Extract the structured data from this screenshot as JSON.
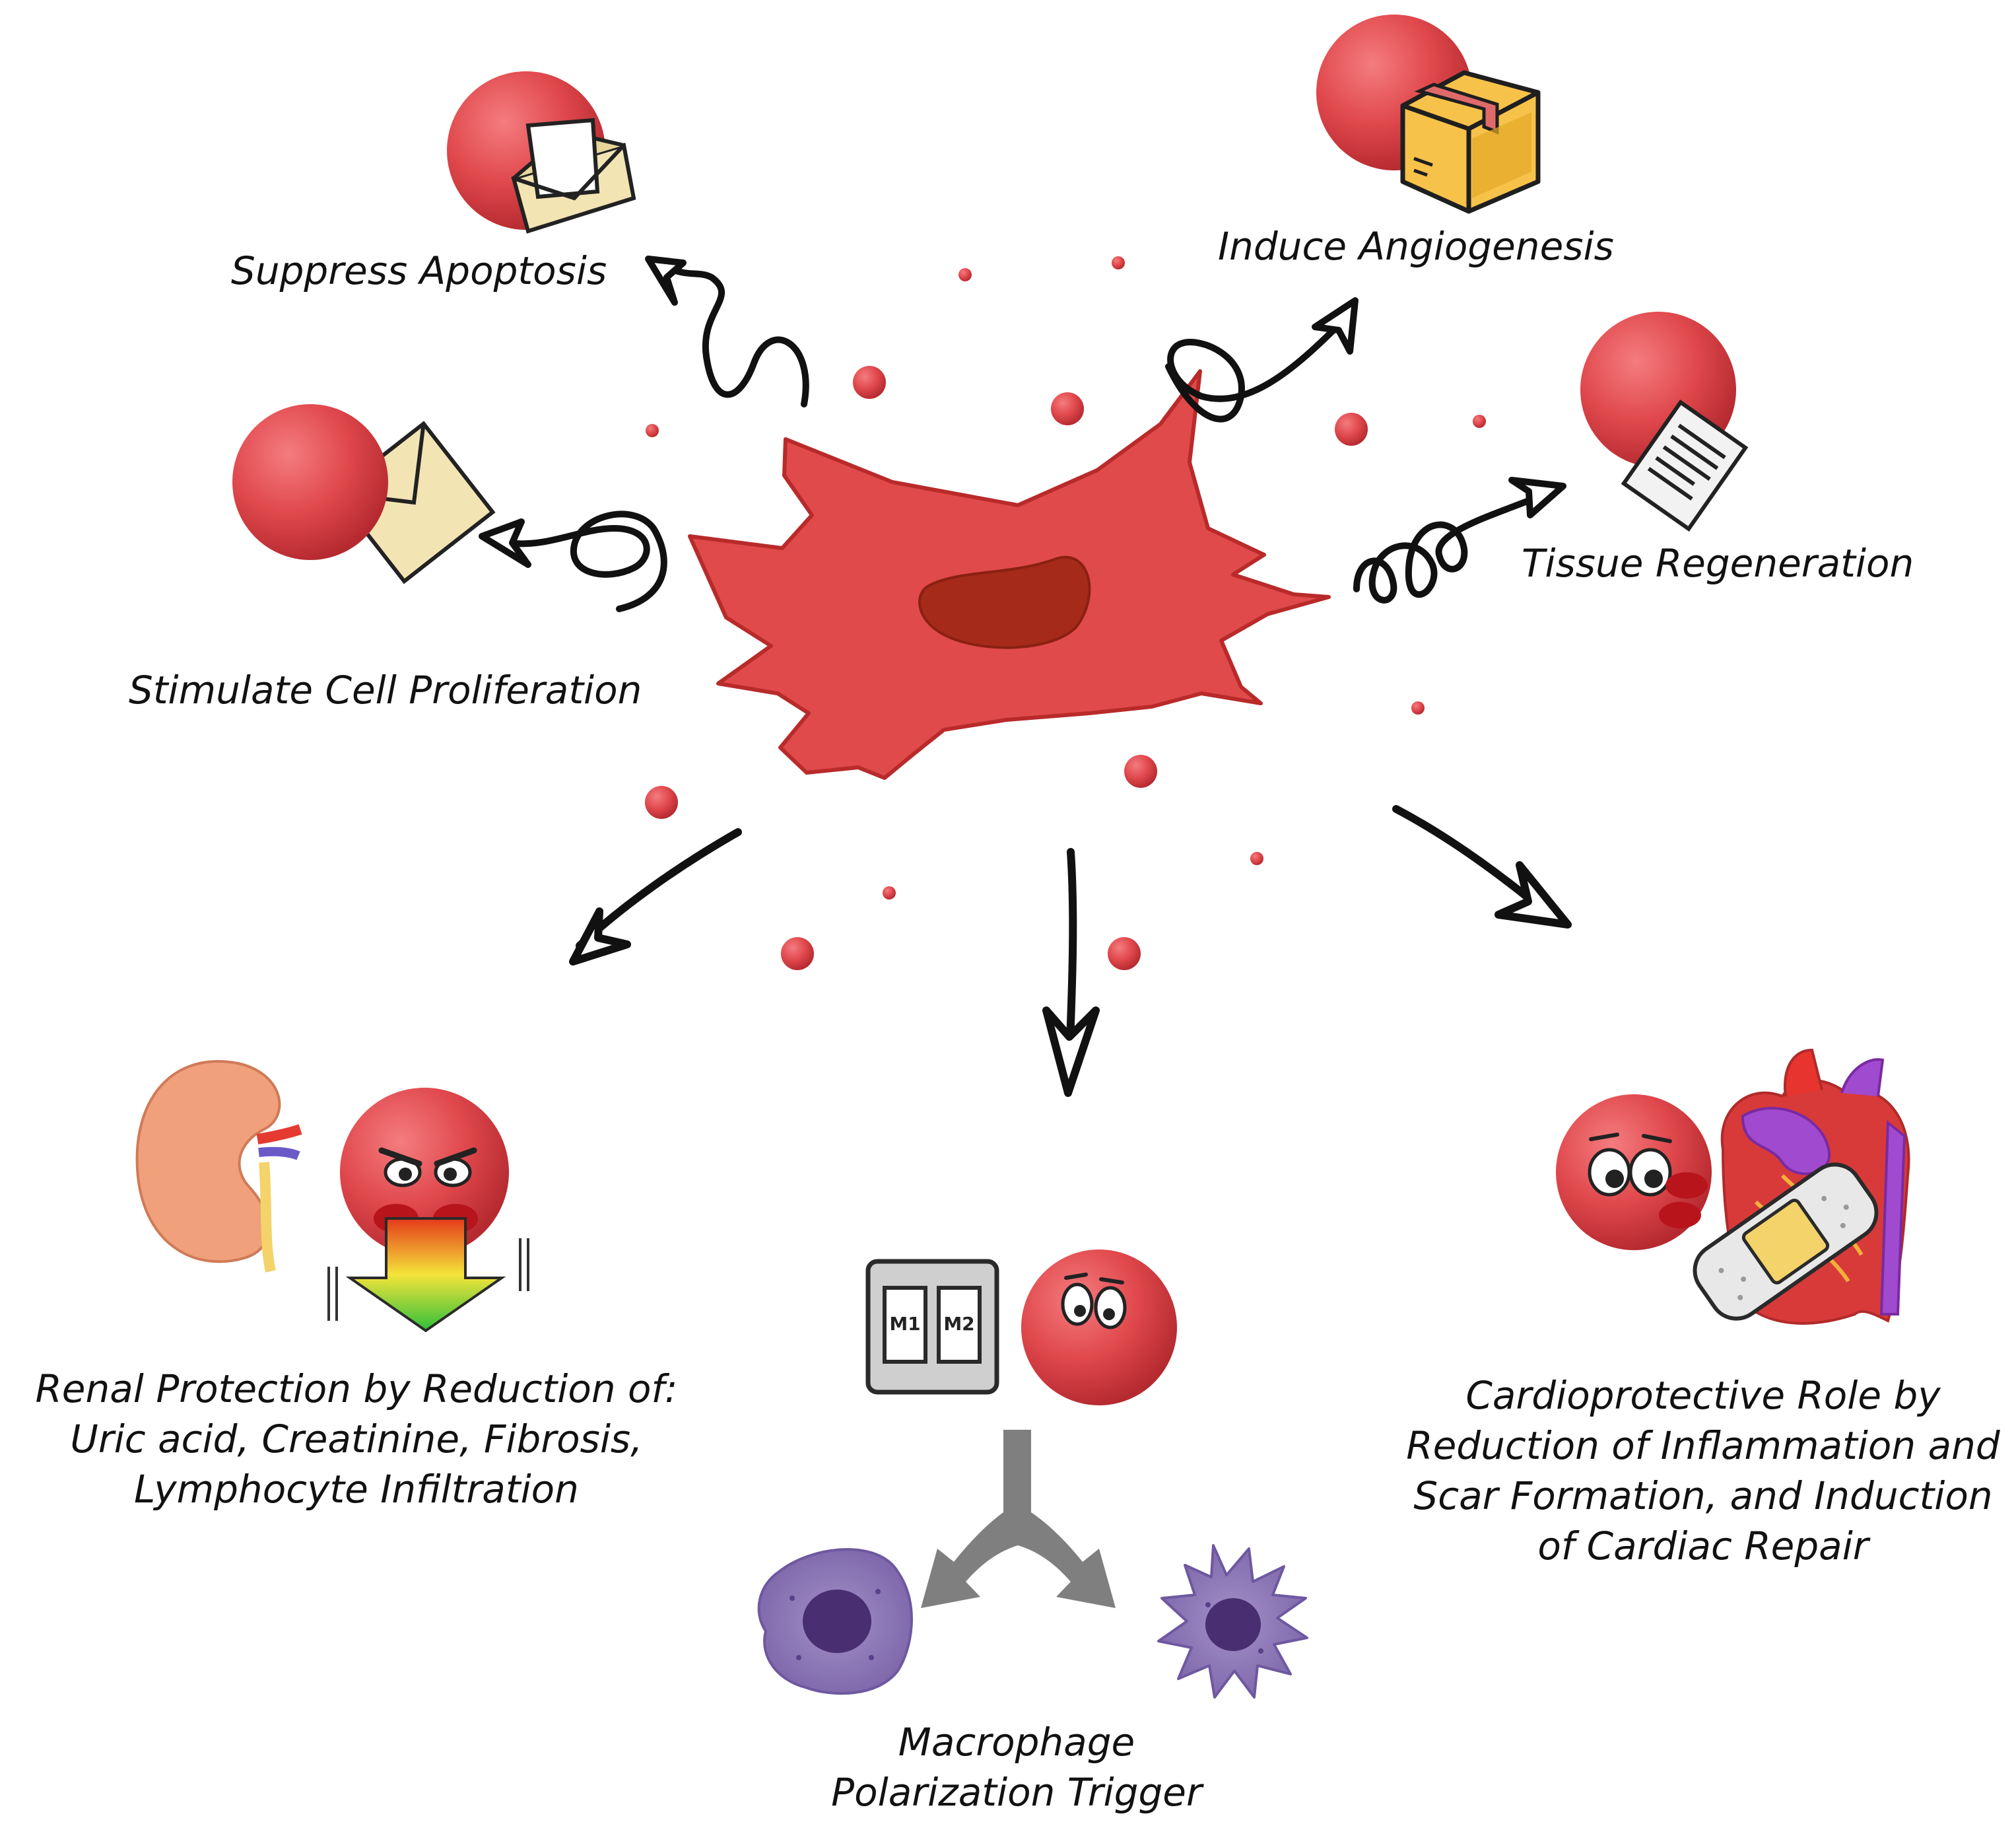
{
  "colors": {
    "cell": "#e04a4a",
    "cell_outline": "#b92a2a",
    "nucleus": "#a52a1a",
    "vesicle": "#e0484c",
    "arrow": "#111111",
    "gray_arrow": "#7f7f7f",
    "macrophage": "#8a74b4",
    "macrophage_nucleus": "#4a2e72"
  },
  "labels": {
    "suppress_apoptosis": "Suppress Apoptosis",
    "induce_angiogenesis": "Induce Angiogenesis",
    "tissue_regeneration": "Tissue Regeneration",
    "stimulate_cell_proliferation": "Stimulate Cell Proliferation",
    "renal": [
      "Renal Protection by Reduction of:",
      "Uric acid, Creatinine, Fibrosis,",
      "Lymphocyte Infiltration"
    ],
    "macrophage": [
      "Macrophage",
      "Polarization Trigger"
    ],
    "cardio": [
      "Cardioprotective Role by",
      "Reduction of Inflammation and",
      "Scar Formation, and Induction",
      "of Cardiac Repair"
    ],
    "m1": "M1",
    "m2": "M2"
  },
  "icons": [
    "stem-cell-icon",
    "envelope-icon",
    "package-box-icon",
    "document-icon",
    "kidney-icon",
    "heart-icon",
    "bandage-icon",
    "macrophage-icon"
  ]
}
